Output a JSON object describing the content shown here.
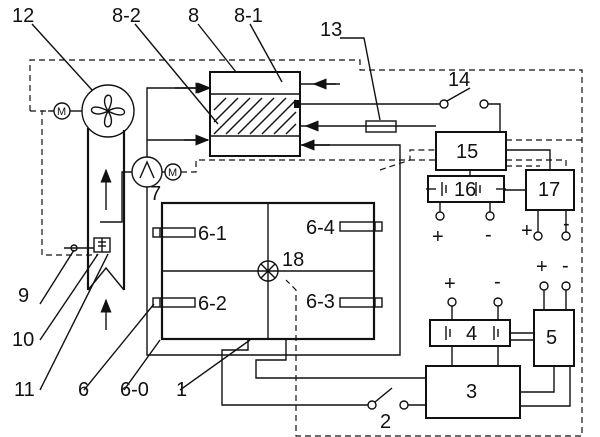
{
  "labels": {
    "l12": "12",
    "l8_2": "8-2",
    "l8": "8",
    "l8_1": "8-1",
    "l13": "13",
    "l14": "14",
    "l15": "15",
    "l16": "16",
    "l17": "17",
    "l7": "7",
    "l6_1": "6-1",
    "l6_4": "6-4",
    "l18": "18",
    "l6_2": "6-2",
    "l6_3": "6-3",
    "l4": "4",
    "l5": "5",
    "l3": "3",
    "l2": "2",
    "l9": "9",
    "l10": "10",
    "l11": "11",
    "l6": "6",
    "l6_0": "6-0",
    "l1": "1"
  },
  "motor_label": "M",
  "terminals": {
    "plus": "+",
    "minus": "-"
  }
}
